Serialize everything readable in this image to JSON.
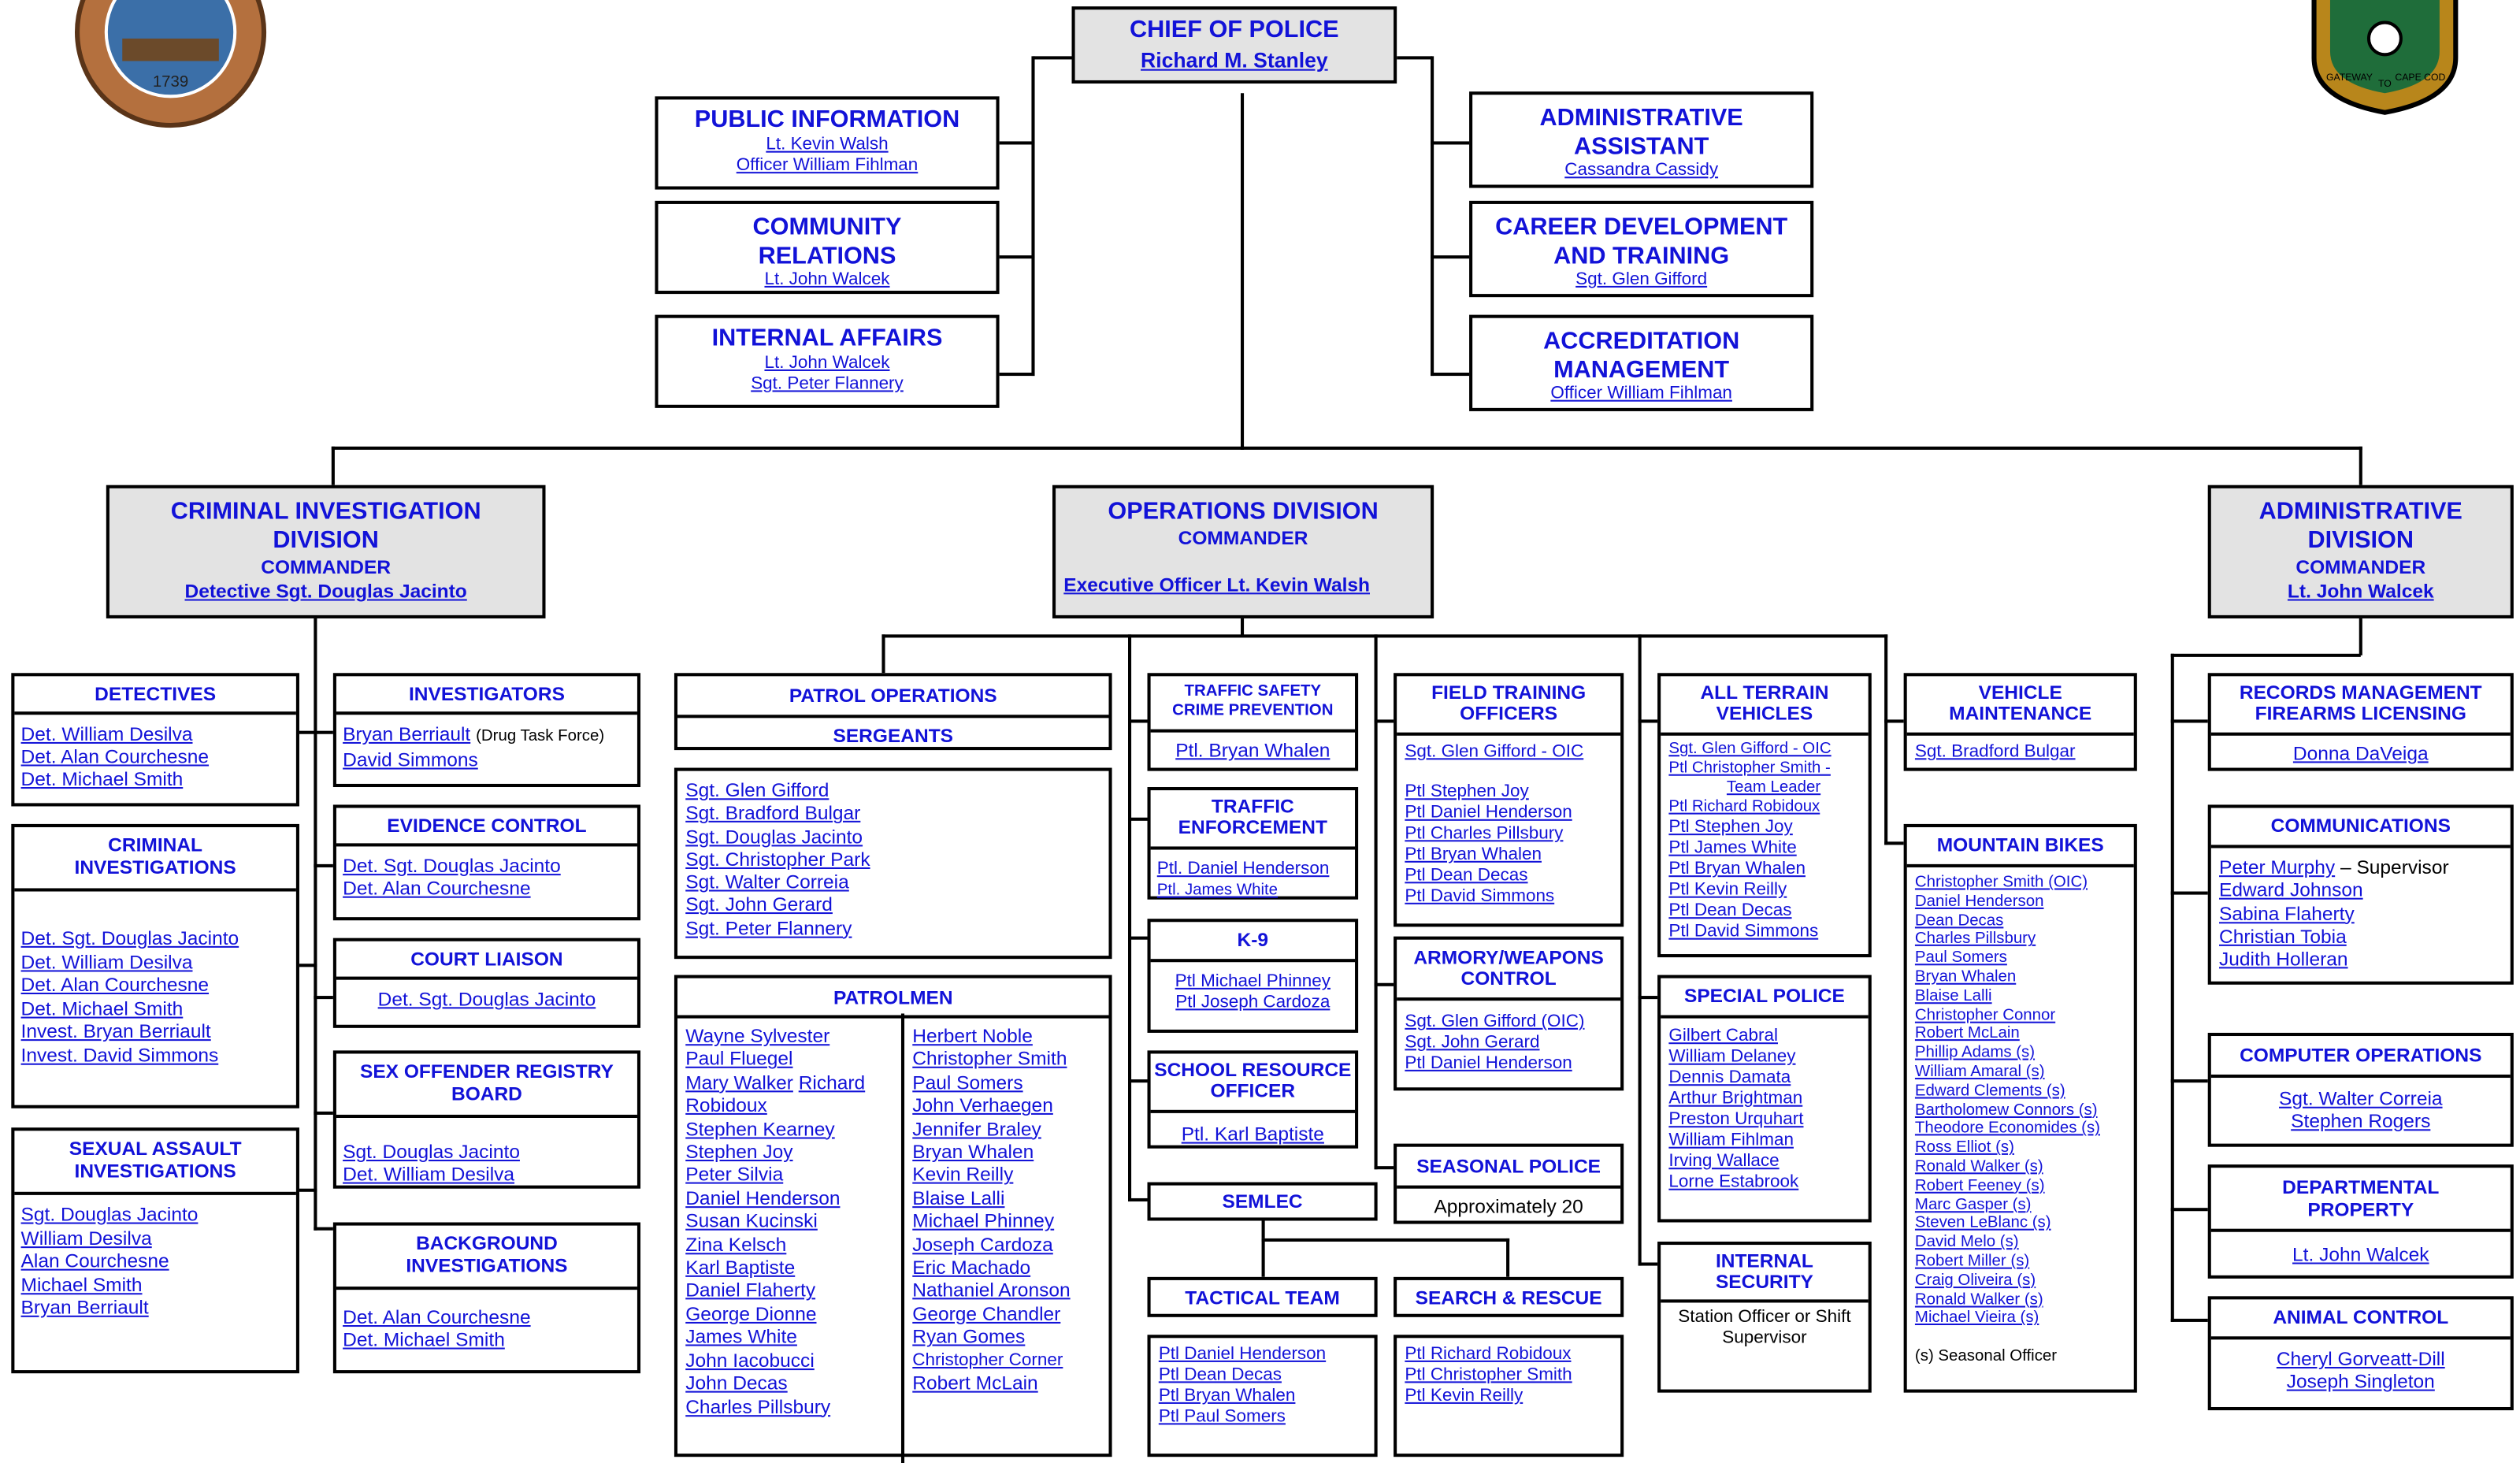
{
  "chief": {
    "title": "CHIEF OF POLICE",
    "name": "Richard M. Stanley"
  },
  "staff_left": [
    {
      "title": [
        "PUBLIC INFORMATION"
      ],
      "names": [
        "Lt. Kevin Walsh",
        "Officer William Fihlman"
      ]
    },
    {
      "title": [
        "COMMUNITY",
        "RELATIONS"
      ],
      "names": [
        "Lt. John Walcek"
      ]
    },
    {
      "title": [
        "INTERNAL AFFAIRS"
      ],
      "names": [
        "Lt. John Walcek",
        "Sgt. Peter Flannery"
      ]
    }
  ],
  "staff_right": [
    {
      "title": [
        "ADMINISTRATIVE",
        "ASSISTANT"
      ],
      "names": [
        "Cassandra Cassidy"
      ]
    },
    {
      "title": [
        "CAREER DEVELOPMENT",
        "AND TRAINING"
      ],
      "names": [
        "Sgt. Glen Gifford"
      ]
    },
    {
      "title": [
        "ACCREDITATION",
        "MANAGEMENT"
      ],
      "names": [
        "Officer William Fihlman"
      ]
    }
  ],
  "divisions": {
    "cid": {
      "title": [
        "CRIMINAL INVESTIGATION",
        "DIVISION"
      ],
      "role": "COMMANDER",
      "name": "Detective Sgt. Douglas Jacinto"
    },
    "ops": {
      "title": [
        "OPERATIONS DIVISION"
      ],
      "role": "COMMANDER",
      "name": "Executive Officer Lt. Kevin Walsh"
    },
    "adm": {
      "title": [
        "ADMINISTRATIVE",
        "DIVISION"
      ],
      "role": "COMMANDER",
      "name": "Lt. John Walcek"
    }
  },
  "cid_units": {
    "detectives": {
      "title": "DETECTIVES",
      "names": [
        "Det. William Desilva",
        "Det. Alan Courchesne",
        "Det. Michael Smith"
      ]
    },
    "criminal": {
      "title": [
        "CRIMINAL",
        "INVESTIGATIONS"
      ],
      "names": [
        "Det. Sgt. Douglas Jacinto",
        "Det. William Desilva",
        "Det. Alan Courchesne",
        "Det. Michael Smith",
        "Invest. Bryan Berriault",
        "Invest. David Simmons"
      ]
    },
    "sexual": {
      "title": [
        "SEXUAL ASSAULT",
        "INVESTIGATIONS"
      ],
      "names": [
        "Sgt. Douglas Jacinto",
        "William Desilva",
        "Alan Courchesne",
        "Michael Smith",
        "Bryan Berriault"
      ]
    },
    "investigators": {
      "title": "INVESTIGATORS",
      "name1": "Bryan Berriault",
      "note": "(Drug Task Force)",
      "name2": "David Simmons"
    },
    "evidence": {
      "title": "EVIDENCE CONTROL",
      "names": [
        "Det. Sgt. Douglas Jacinto",
        "Det. Alan Courchesne"
      ]
    },
    "court": {
      "title": "COURT LIAISON",
      "names": [
        "Det. Sgt. Douglas Jacinto"
      ]
    },
    "sexoff": {
      "title": [
        "SEX OFFENDER REGISTRY",
        "BOARD"
      ],
      "names": [
        "Sgt. Douglas Jacinto",
        "Det. William Desilva"
      ]
    },
    "background": {
      "title": [
        "BACKGROUND",
        "INVESTIGATIONS"
      ],
      "names": [
        "Det. Alan Courchesne",
        "Det. Michael Smith"
      ]
    }
  },
  "patrol": {
    "title": "PATROL OPERATIONS",
    "sergeants_title": "SERGEANTS",
    "sergeants": [
      "Sgt. Glen Gifford",
      "Sgt. Bradford Bulgar",
      "Sgt. Douglas Jacinto",
      "Sgt. Christopher Park",
      "Sgt. Walter Correia",
      "Sgt. John Gerard",
      "Sgt. Peter Flannery"
    ],
    "patrolmen_title": "PATROLMEN",
    "patrolmen_left": [
      "Wayne Sylvester",
      "Paul Fluegel",
      "Mary Walker",
      "Richard",
      "Robidoux",
      "Stephen Kearney",
      "Stephen Joy",
      "Peter Silvia",
      "Daniel Henderson",
      "Susan Kucinski",
      "Zina Kelsch",
      "Karl Baptiste",
      "Daniel Flaherty",
      "George Dionne",
      "James White",
      "John Iacobucci",
      "John Decas",
      "Charles Pillsbury"
    ],
    "patrolmen_right": [
      "Herbert Noble",
      "Christopher Smith",
      "Paul Somers",
      "John Verhaegen",
      "Jennifer Braley",
      "Bryan Whalen",
      "Kevin Reilly",
      "Blaise Lalli",
      "Michael Phinney",
      "Joseph Cardoza",
      "Eric Machado",
      "Nathaniel Aronson",
      "George Chandler",
      "Ryan Gomes",
      "Christopher Corner",
      "Robert McLain"
    ]
  },
  "ops_col2": {
    "traffic_safety": {
      "title": [
        "TRAFFIC SAFETY",
        "CRIME PREVENTION"
      ],
      "names": [
        "Ptl. Bryan Whalen"
      ]
    },
    "traffic_enf": {
      "title": [
        "TRAFFIC",
        "ENFORCEMENT"
      ],
      "names": [
        "Ptl. Daniel Henderson",
        "Ptl. James White"
      ]
    },
    "k9": {
      "title": "K-9",
      "names": [
        "Ptl Michael Phinney",
        "Ptl Joseph Cardoza"
      ]
    },
    "sro": {
      "title": [
        "SCHOOL RESOURCE",
        "OFFICER"
      ],
      "names": [
        "Ptl. Karl Baptiste"
      ]
    },
    "semlec": {
      "title": "SEMLEC"
    },
    "tactical": {
      "title": "TACTICAL TEAM",
      "names": [
        "Ptl Daniel Henderson",
        "Ptl Dean Decas",
        "Ptl Bryan Whalen",
        "Ptl Paul Somers"
      ]
    }
  },
  "ops_col3": {
    "fto": {
      "title": [
        "FIELD TRAINING",
        "OFFICERS"
      ],
      "names": [
        "Sgt. Glen Gifford - OIC",
        "Ptl Stephen Joy",
        "Ptl Daniel Henderson",
        "Ptl Charles Pillsbury",
        "Ptl Bryan Whalen",
        "Ptl Dean Decas",
        "Ptl David Simmons"
      ]
    },
    "armory": {
      "title": [
        "ARMORY/WEAPONS",
        "CONTROL"
      ],
      "names": [
        "Sgt. Glen Gifford (OIC)",
        "Sgt. John Gerard",
        "Ptl Daniel Henderson"
      ]
    },
    "seasonal": {
      "title": "SEASONAL POLICE",
      "text": "Approximately 20"
    },
    "search": {
      "title": "SEARCH & RESCUE",
      "names": [
        "Ptl Richard Robidoux",
        "Ptl Christopher Smith",
        "Ptl Kevin Reilly"
      ]
    }
  },
  "ops_col4": {
    "atv": {
      "title": [
        "ALL TERRAIN",
        "VEHICLES"
      ],
      "names": [
        "Sgt. Glen Gifford - OIC",
        "Ptl Christopher Smith -",
        "Team Leader",
        "Ptl Richard Robidoux",
        "Ptl Stephen Joy",
        "Ptl James White",
        "Ptl Bryan Whalen",
        "Ptl Kevin Reilly",
        "Ptl Dean Decas",
        "Ptl David Simmons"
      ]
    },
    "special": {
      "title": "SPECIAL POLICE",
      "names": [
        "Gilbert Cabral",
        "William Delaney",
        "Dennis Damata",
        "Arthur Brightman",
        "Preston Urquhart",
        "William Fihlman",
        "Irving Wallace",
        "Lorne Estabrook"
      ]
    },
    "internal_sec": {
      "title": [
        "INTERNAL",
        "SECURITY"
      ],
      "text": [
        "Station Officer or Shift",
        "Supervisor"
      ]
    }
  },
  "ops_col5": {
    "vehicle": {
      "title": [
        "VEHICLE",
        "MAINTENANCE"
      ],
      "names": [
        "Sgt. Bradford Bulgar"
      ]
    },
    "bikes": {
      "title": "MOUNTAIN BIKES",
      "names": [
        "Christopher Smith (OIC)",
        "Daniel Henderson",
        "Dean Decas",
        "Charles Pillsbury",
        "Paul Somers",
        "Bryan Whalen",
        "Blaise Lalli",
        "Christopher Connor",
        "Robert McLain",
        "Phillip Adams (s)",
        "William Amaral (s)",
        "Edward Clements (s)",
        "Bartholomew Connors (s)",
        "Theodore Economides (s)",
        "Ross Elliot (s)",
        "Ronald Walker (s)",
        "Robert Feeney (s)",
        "Marc Gasper (s)",
        "Steven LeBlanc (s)",
        "David Melo (s)",
        "Robert Miller (s)",
        "Craig Oliveira (s)",
        "Ronald Walker (s)",
        "Michael Vieira (s)"
      ],
      "note": "(s) Seasonal Officer"
    }
  },
  "adm_units": {
    "records": {
      "title": [
        "RECORDS MANAGEMENT",
        "FIREARMS LICENSING"
      ],
      "names": [
        "Donna DaVeiga"
      ]
    },
    "comms": {
      "title": "COMMUNICATIONS",
      "first": "Peter Murphy",
      "first_role": "– Supervisor",
      "names": [
        "Edward Johnson",
        "Sabina Flaherty",
        "Christian Tobia",
        "Judith Holleran"
      ]
    },
    "computer": {
      "title": "COMPUTER OPERATIONS",
      "names": [
        "Sgt. Walter Correia",
        "Stephen Rogers"
      ]
    },
    "property": {
      "title": [
        "DEPARTMENTAL",
        "PROPERTY"
      ],
      "names": [
        "Lt. John Walcek"
      ]
    },
    "animal": {
      "title": "ANIMAL CONTROL",
      "names": [
        "Cheryl Gorveatt-Dill",
        "Joseph Singleton"
      ]
    }
  },
  "logos": {
    "left_year": "1739",
    "right_left": "GATEWAY",
    "right_mid": "TO",
    "right_right": "CAPE COD"
  },
  "colors": {
    "text": "#1212d8",
    "header_fill": "#e3e3e3",
    "line": "#000000"
  }
}
